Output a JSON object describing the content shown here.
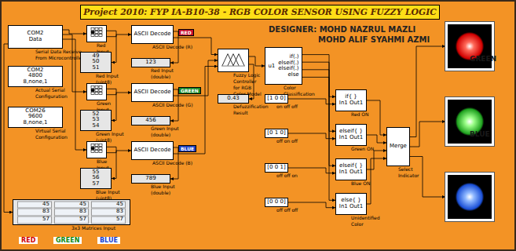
{
  "diagram": {
    "title": "Project 2010: FYP IA-B10-38 - RGB COLOR SENSOR USING FUZZY LOGIC",
    "nodes": [
      {
        "text": [
          "COM2",
          "Data",
          "Serial Data Receive From Microcontroller"
        ]
      },
      {
        "text": [
          "COM2",
          "4800",
          "8,none,1",
          "Actual Serial Configuration"
        ]
      },
      {
        "text": [
          "COM26",
          "9600",
          "8,none,1",
          "Virtual Serial Configuration"
        ]
      },
      {
        "text": [
          "Red Input"
        ]
      },
      {
        "text": [
          "49",
          "50",
          "51",
          "Red Input (uint8)"
        ]
      },
      {
        "text": [
          "Green Input"
        ]
      },
      {
        "text": [
          "52",
          "53",
          "54",
          "Green Input (uint8)"
        ]
      },
      {
        "text": [
          "Blue Input"
        ]
      },
      {
        "text": [
          "55",
          "56",
          "57",
          "Blue Input (uint8)"
        ]
      },
      {
        "text": [
          "ASCII Decode",
          "ASCII Decode (R)"
        ]
      },
      {
        "text": [
          "123",
          "Red Input (double)"
        ]
      },
      {
        "text": [
          "ASCII Decode",
          "ASCII Decode (G)"
        ]
      },
      {
        "text": [
          "456",
          "Green Input (double)"
        ]
      },
      {
        "text": [
          "ASCII Decode",
          "ASCII Decode (B)"
        ]
      },
      {
        "text": [
          "789",
          "Blue Input (double)"
        ]
      },
      {
        "text": [
          "45",
          "45",
          "45",
          "83",
          "83",
          "83",
          "57",
          "57",
          "57",
          "3x3 Matrices Input"
        ]
      },
      {
        "text": [
          "Fuzzy Logic Controller for RGB Color Model"
        ]
      },
      {
        "text": [
          "0.43",
          "Defuzzification Result"
        ]
      },
      {
        "text": [
          "u1",
          "if(.)",
          "elseif(.)",
          "elseif(.)",
          "else",
          "Color Classification"
        ]
      },
      {
        "text": [
          "[1 0 0]",
          "on off off"
        ]
      },
      {
        "text": [
          "[0 1 0]",
          "off on off"
        ]
      },
      {
        "text": [
          "[0 0 1]",
          "off off on"
        ]
      },
      {
        "text": [
          "[0 0 0]",
          "off off off"
        ]
      },
      {
        "text": [
          "if{ }",
          "In1 Out1",
          "Red ON"
        ]
      },
      {
        "text": [
          "elseif{ }",
          "In1 Out1",
          "Green ON"
        ]
      },
      {
        "text": [
          "elseif{ }",
          "In1 Out1",
          "Blue ON"
        ]
      },
      {
        "text": [
          "else{ }",
          "In1 Out1",
          "Unidentified Color"
        ]
      },
      {
        "text": [
          "Merge",
          "Select Indicator"
        ]
      },
      {
        "text": [
          "RED"
        ]
      },
      {
        "text": [
          "GREEN"
        ]
      },
      {
        "text": [
          "BLUE"
        ]
      }
    ],
    "edges": [
      {
        "from": 0,
        "to": 3,
        "arrow": "to"
      },
      {
        "from": 0,
        "to": 5,
        "arrow": "to"
      },
      {
        "from": 0,
        "to": 7,
        "arrow": "to"
      },
      {
        "from": 0,
        "to": 15,
        "arrow": "to"
      },
      {
        "from": 3,
        "to": 4,
        "arrow": "to"
      },
      {
        "from": 3,
        "to": 9,
        "arrow": "to"
      },
      {
        "from": 5,
        "to": 6,
        "arrow": "to"
      },
      {
        "from": 5,
        "to": 11,
        "arrow": "to"
      },
      {
        "from": 7,
        "to": 8,
        "arrow": "to"
      },
      {
        "from": 7,
        "to": 13,
        "arrow": "to"
      },
      {
        "from": 9,
        "to": 10,
        "arrow": "to"
      },
      {
        "from": 9,
        "to": 16,
        "arrow": "to"
      },
      {
        "from": 11,
        "to": 12,
        "arrow": "to"
      },
      {
        "from": 11,
        "to": 16,
        "arrow": "to"
      },
      {
        "from": 13,
        "to": 14,
        "arrow": "to"
      },
      {
        "from": 13,
        "to": 16,
        "arrow": "to"
      },
      {
        "from": 16,
        "to": 18,
        "arrow": "to"
      },
      {
        "from": 16,
        "to": 17,
        "arrow": "to"
      },
      {
        "from": 18,
        "to": 23,
        "arrow": "to"
      },
      {
        "from": 18,
        "to": 24,
        "arrow": "to"
      },
      {
        "from": 18,
        "to": 25,
        "arrow": "to"
      },
      {
        "from": 18,
        "to": 26,
        "arrow": "to"
      },
      {
        "from": 19,
        "to": 23,
        "arrow": "to"
      },
      {
        "from": 20,
        "to": 24,
        "arrow": "to"
      },
      {
        "from": 21,
        "to": 25,
        "arrow": "to"
      },
      {
        "from": 22,
        "to": 26,
        "arrow": "to"
      },
      {
        "from": 23,
        "to": 27,
        "arrow": "to"
      },
      {
        "from": 24,
        "to": 27,
        "arrow": "to"
      },
      {
        "from": 25,
        "to": 27,
        "arrow": "to"
      },
      {
        "from": 26,
        "to": 27,
        "arrow": "to"
      },
      {
        "from": 27,
        "to": 28,
        "arrow": "to"
      },
      {
        "from": 27,
        "to": 29,
        "arrow": "to"
      },
      {
        "from": 27,
        "to": 30,
        "arrow": "to"
      }
    ],
    "labels": [
      "DESIGNER: MOHD NAZRUL MAZLI",
      "MOHD ALIF SYAHMI AZMI",
      "RED",
      "GREEN",
      "BLUE",
      "RED",
      "GREEN",
      "BLUE"
    ]
  }
}
